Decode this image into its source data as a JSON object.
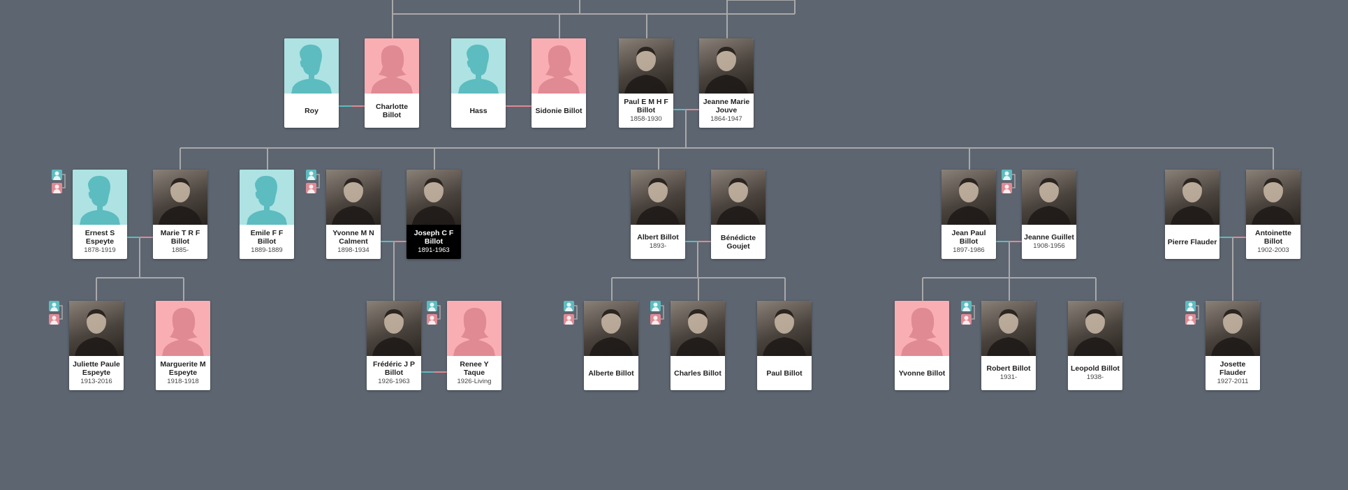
{
  "colors": {
    "background": "#5d6570",
    "connector": "#a9a9a9",
    "male_silhouette_bg": "#aee2e3",
    "female_silhouette_bg": "#f9aeb4",
    "male_link": "#5cbcbf",
    "female_link": "#e08a94",
    "selected_card": "#000000"
  },
  "people": [
    {
      "id": "roy",
      "name": "Roy",
      "dates": "",
      "gender": "male",
      "photo": "silhouette"
    },
    {
      "id": "charlotte",
      "name": "Charlotte Billot",
      "dates": "",
      "gender": "female",
      "photo": "silhouette"
    },
    {
      "id": "hass",
      "name": "Hass",
      "dates": "",
      "gender": "male",
      "photo": "silhouette"
    },
    {
      "id": "sidonie",
      "name": "Sidonie Billot",
      "dates": "",
      "gender": "female",
      "photo": "silhouette"
    },
    {
      "id": "paul-e",
      "name": "Paul E M H F Billot",
      "dates": "1858-1930",
      "gender": "male",
      "photo": "photo"
    },
    {
      "id": "jeanne-marie",
      "name": "Jeanne Marie Jouve",
      "dates": "1864-1947",
      "gender": "female",
      "photo": "photo"
    },
    {
      "id": "ernest",
      "name": "Ernest S Espeyte",
      "dates": "1878-1919",
      "gender": "male",
      "photo": "silhouette"
    },
    {
      "id": "marie-t",
      "name": "Marie T R F Billot",
      "dates": "1885-",
      "gender": "female",
      "photo": "photo"
    },
    {
      "id": "emile",
      "name": "Emile F F Billot",
      "dates": "1889-1889",
      "gender": "male",
      "photo": "silhouette"
    },
    {
      "id": "yvonne-m",
      "name": "Yvonne M N Calment",
      "dates": "1898-1934",
      "gender": "female",
      "photo": "photo"
    },
    {
      "id": "joseph",
      "name": "Joseph C F Billot",
      "dates": "1891-1963",
      "gender": "male",
      "photo": "photo",
      "selected": true
    },
    {
      "id": "albert",
      "name": "Albert Billot",
      "dates": "1893-",
      "gender": "male",
      "photo": "photo"
    },
    {
      "id": "benedicte",
      "name": "Bénédicte Goujet",
      "dates": "",
      "gender": "female",
      "photo": "photo"
    },
    {
      "id": "jean-paul",
      "name": "Jean Paul Billot",
      "dates": "1897-1986",
      "gender": "male",
      "photo": "photo"
    },
    {
      "id": "jeanne-g",
      "name": "Jeanne Guillet",
      "dates": "1908-1956",
      "gender": "female",
      "photo": "photo"
    },
    {
      "id": "pierre",
      "name": "Pierre Flauder",
      "dates": "",
      "gender": "male",
      "photo": "photo"
    },
    {
      "id": "antoinette",
      "name": "Antoinette Billot",
      "dates": "1902-2003",
      "gender": "female",
      "photo": "photo"
    },
    {
      "id": "juliette",
      "name": "Juliette Paule Espeyte",
      "dates": "1913-2016",
      "gender": "female",
      "photo": "photo"
    },
    {
      "id": "marguerite",
      "name": "Marguerite M Espeyte",
      "dates": "1918-1918",
      "gender": "female",
      "photo": "silhouette"
    },
    {
      "id": "frederic",
      "name": "Frédéric J P Billot",
      "dates": "1926-1963",
      "gender": "male",
      "photo": "photo"
    },
    {
      "id": "renee",
      "name": "Renee Y Taque",
      "dates": "1926-Living",
      "gender": "female",
      "photo": "silhouette"
    },
    {
      "id": "alberte",
      "name": "Alberte Billot",
      "dates": "",
      "gender": "female",
      "photo": "photo"
    },
    {
      "id": "charles",
      "name": "Charles Billot",
      "dates": "",
      "gender": "male",
      "photo": "photo"
    },
    {
      "id": "paul",
      "name": "Paul Billot",
      "dates": "",
      "gender": "male",
      "photo": "photo"
    },
    {
      "id": "yvonne",
      "name": "Yvonne Billot",
      "dates": "",
      "gender": "female",
      "photo": "silhouette"
    },
    {
      "id": "robert",
      "name": "Robert Billot",
      "dates": "1931-",
      "gender": "male",
      "photo": "photo"
    },
    {
      "id": "leopold",
      "name": "Leopold Billot",
      "dates": "1938-",
      "gender": "male",
      "photo": "photo"
    },
    {
      "id": "josette",
      "name": "Josette Flauder",
      "dates": "1927-2011",
      "gender": "female",
      "photo": "photo"
    }
  ]
}
